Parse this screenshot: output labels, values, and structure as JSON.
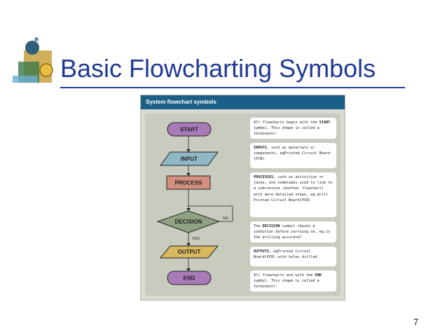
{
  "slide": {
    "title": "Basic Flowcharting Symbols",
    "page_number": "7"
  },
  "figure": {
    "header": "System flowchart symbols",
    "shapes": {
      "start": "START",
      "input": "INPUT",
      "process": "PROCESS",
      "decision": "DECISION",
      "output": "OUTPUT",
      "end": "END",
      "no_label": "NO",
      "yes_label": "YES"
    },
    "notes": {
      "start": {
        "pre": "All flowcharts begin with the ",
        "bold": "START",
        "post": " symbol. This shape is called a terminator."
      },
      "input": {
        "pre": "",
        "bold": "INPUTS",
        "post": ", such as materials or components, egPrinted Circuit Board (PCB)"
      },
      "process": {
        "pre": "",
        "bold": "PROCESSES",
        "post": ", such as activities or tasks, are sometimes used to link to a subroutine (another flowchart) with more detailed steps, eg.drill Printed Circuit Board(PCB)"
      },
      "decision": {
        "pre": "The ",
        "bold": "DECISION",
        "post": " symbol checks a condition before carrying on, eg is the drilling accurate?"
      },
      "output": {
        "pre": "",
        "bold": "OUTPUTS",
        "post": ", egPrinted Circuit Board(PCB) with holes drilled."
      },
      "end": {
        "pre": "All flowcharts end with the ",
        "bold": "END",
        "post": " symbol. This shape is called a terminator."
      }
    },
    "colors": {
      "start_end": "#a87ab8",
      "input_output": "#8fb7c4",
      "process": "#d48f80",
      "decision": "#8fa383",
      "output": "#d9b860"
    }
  }
}
